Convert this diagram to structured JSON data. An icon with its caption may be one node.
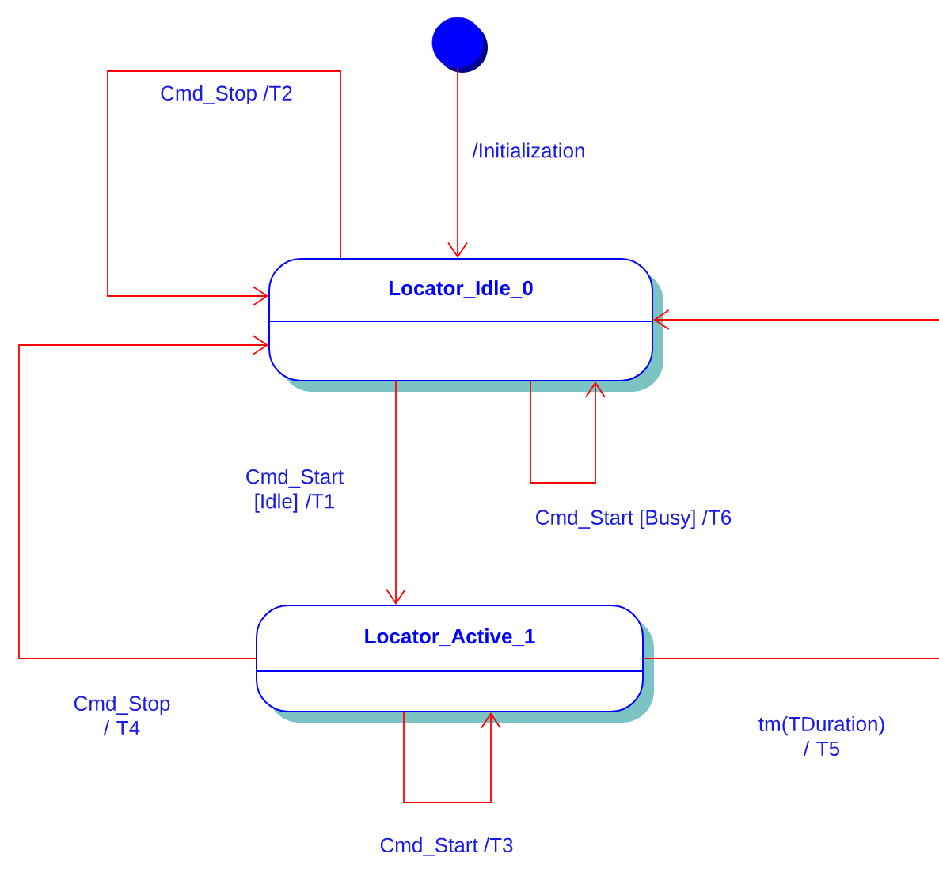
{
  "diagram": {
    "nodes": [
      {
        "text": [],
        "shape": "circle"
      },
      {
        "text": [
          "Locator_Idle_0"
        ]
      },
      {
        "text": [
          "Locator_Active_1"
        ]
      }
    ],
    "edges": [
      {
        "from": 0,
        "to": 1,
        "arrow": "to",
        "label": "/Initialization"
      },
      {
        "from": 1,
        "to": 1,
        "arrow": "to",
        "label": "Cmd_Stop /T2"
      },
      {
        "from": 1,
        "to": 1,
        "arrow": "to",
        "label": "Cmd_Start [Busy] /T6"
      },
      {
        "from": 1,
        "to": 2,
        "arrow": "to",
        "label": "Cmd_Start [Idle] /T1"
      },
      {
        "from": 2,
        "to": 1,
        "arrow": "to",
        "label": "Cmd_Stop / T4"
      },
      {
        "from": 2,
        "to": 2,
        "arrow": "to",
        "label": "Cmd_Start /T3"
      },
      {
        "from": null,
        "to": 1,
        "arrow": "to"
      },
      {
        "from": 2,
        "to": null,
        "arrow": "none",
        "label": "tm(TDuration) / T5"
      }
    ]
  }
}
